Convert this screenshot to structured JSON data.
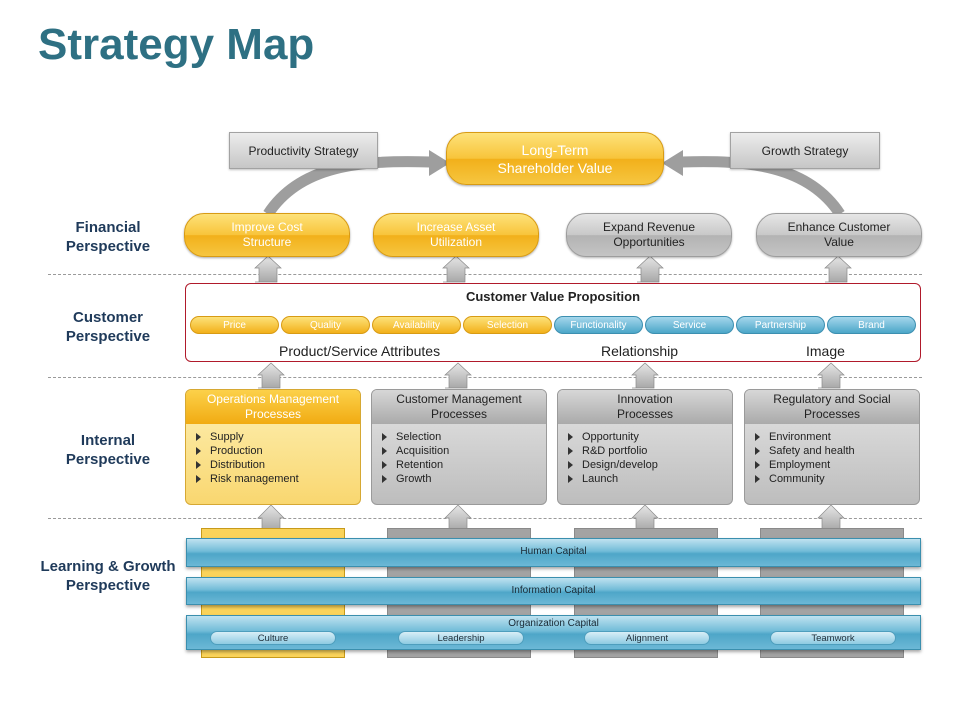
{
  "title": "Strategy Map",
  "perspectives": {
    "financial": "Financial Perspective",
    "customer": "Customer Perspective",
    "internal": "Internal Perspective",
    "learning": "Learning & Growth Perspective"
  },
  "top": {
    "productivity": "Productivity Strategy",
    "goal": "Long-Term Shareholder Value",
    "growth": "Growth Strategy"
  },
  "financial_items": [
    "Improve Cost Structure",
    "Increase Asset Utilization",
    "Expand Revenue Opportunities",
    "Enhance Customer Value"
  ],
  "customer_value": {
    "title": "Customer Value Proposition",
    "attributes": [
      "Price",
      "Quality",
      "Availability",
      "Selection",
      "Functionality",
      "Service",
      "Partnership",
      "Brand"
    ],
    "groups": [
      "Product/Service Attributes",
      "Relationship",
      "Image"
    ]
  },
  "processes": [
    {
      "title": "Operations Management Processes",
      "items": [
        "Supply",
        "Production",
        "Distribution",
        "Risk management"
      ]
    },
    {
      "title": "Customer Management Processes",
      "items": [
        "Selection",
        "Acquisition",
        "Retention",
        "Growth"
      ]
    },
    {
      "title": "Innovation Processes",
      "items": [
        "Opportunity",
        "R&D portfolio",
        "Design/develop",
        "Launch"
      ]
    },
    {
      "title": "Regulatory and Social Processes",
      "items": [
        "Environment",
        "Safety and health",
        "Employment",
        "Community"
      ]
    }
  ],
  "capital": {
    "human": "Human Capital",
    "information": "Information Capital",
    "organization": "Organization Capital",
    "org_items": [
      "Culture",
      "Leadership",
      "Alignment",
      "Teamwork"
    ]
  },
  "colors": {
    "title": "#2e7083",
    "gold": "#f8c43a",
    "blue": "#4ea6c8",
    "border_red": "#b01a2b"
  }
}
